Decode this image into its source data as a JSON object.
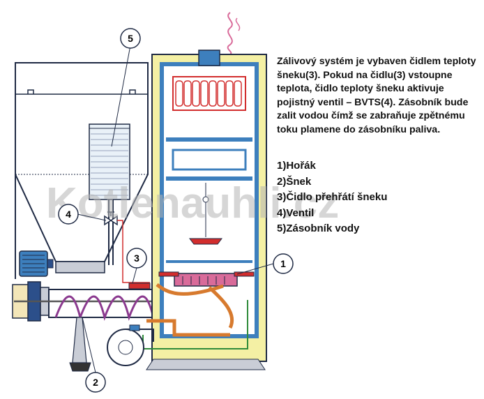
{
  "description": "Zálivový systém je vybaven čidlem teploty šneku(3). Pokud na čidlu(3) vstoupne teplota, čidlo teploty šneku aktivuje pojistný ventil – BVTS(4). Zásobník bude zalit vodou čímž se zabraňuje zpětnému toku plamene do zásobníku paliva.",
  "legend": [
    "1)Hořák",
    "2)Šnek",
    "3)Čidlo přehřátí šneku",
    "4)Ventil",
    "5)Zásobník vody"
  ],
  "callouts": [
    "1",
    "2",
    "3",
    "4",
    "5"
  ],
  "watermark": "Kotlenauhli.cz",
  "colors": {
    "line": "#1f2a44",
    "steel": "#c9cdd6",
    "body_blue": "#3d7fbd",
    "panel_yellow": "#f4f0a4",
    "orange": "#d77a2e",
    "red": "#d22d2d",
    "green": "#2f8b3a",
    "pink": "#d96b9a",
    "water": "#e9f1f8",
    "auger": "#8b3a8f"
  }
}
